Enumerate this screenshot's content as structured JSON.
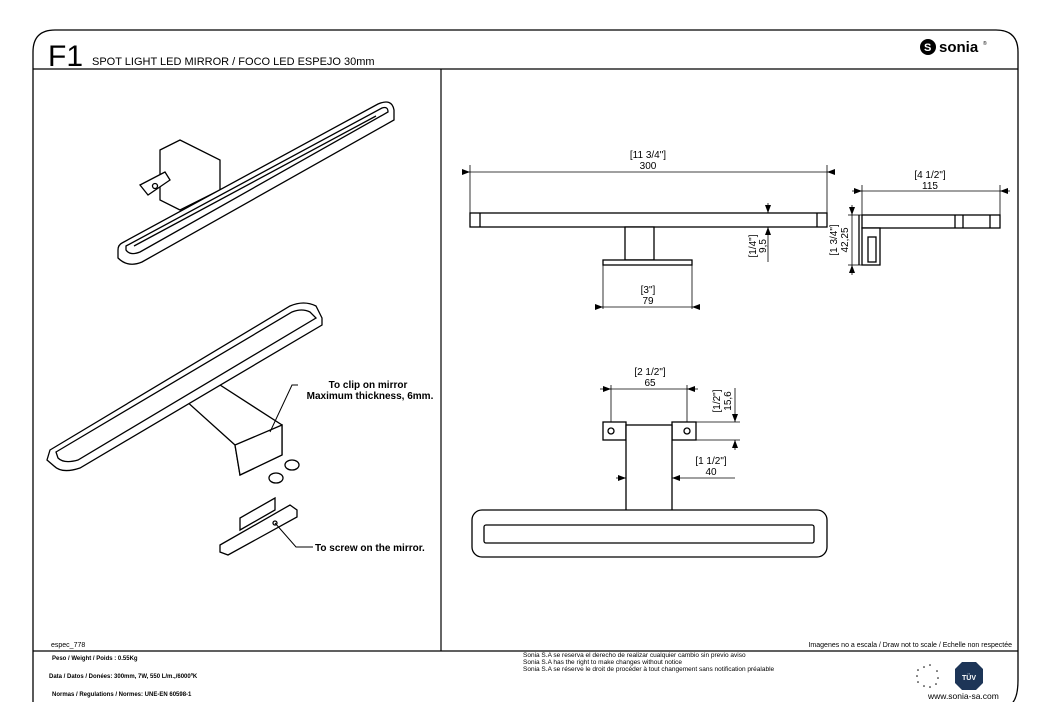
{
  "header": {
    "code": "F1",
    "title": "SPOT LIGHT LED MIRROR / FOCO LED ESPEJO 30mm",
    "brand": "sonia",
    "brand_registered": "®"
  },
  "annotations": {
    "clip_line1": "To clip on mirror",
    "clip_line2": "Maximum thickness, 6mm.",
    "screw": "To screw on the mirror."
  },
  "dimensions": {
    "length_in": "[11 3/4\"]",
    "length_mm": "300",
    "thickness_in": "[1/4\"]",
    "thickness_mm": "9,5",
    "base_in": "[3\"]",
    "base_mm": "79",
    "depth_in": "[4 1/2\"]",
    "depth_mm": "115",
    "height_in": "[1 3/4\"]",
    "height_mm": "42,25",
    "holes_in": "[2 1/2\"]",
    "holes_mm": "65",
    "plate_in": "[1/2\"]",
    "plate_mm": "15,6",
    "stem_in": "[1 1/2\"]",
    "stem_mm": "40"
  },
  "footer": {
    "spec_code": "espec_778",
    "scale_note": "Imagenes no a escala / Draw not to scale / Echelle non respectée",
    "weight": "Peso / Weight / Poids : 0.55Kg",
    "data": "Data / Datos / Donées: 300mm, 7W, 550 L/m.,/6000ºK",
    "regulations": "Normas / Regulations / Normes: UNE-EN 60598-1",
    "disclaimer": [
      "Sonia S.A se reserva el derecho de realizar cualquier cambio sin previo aviso",
      "Sonia S.A has the right to make changes without notice",
      "Sonia S.A se réserve le droit de procéder à tout changement sans notification préalable"
    ],
    "cert_label": "TÜV",
    "website": "www.sonia-sa.com"
  }
}
